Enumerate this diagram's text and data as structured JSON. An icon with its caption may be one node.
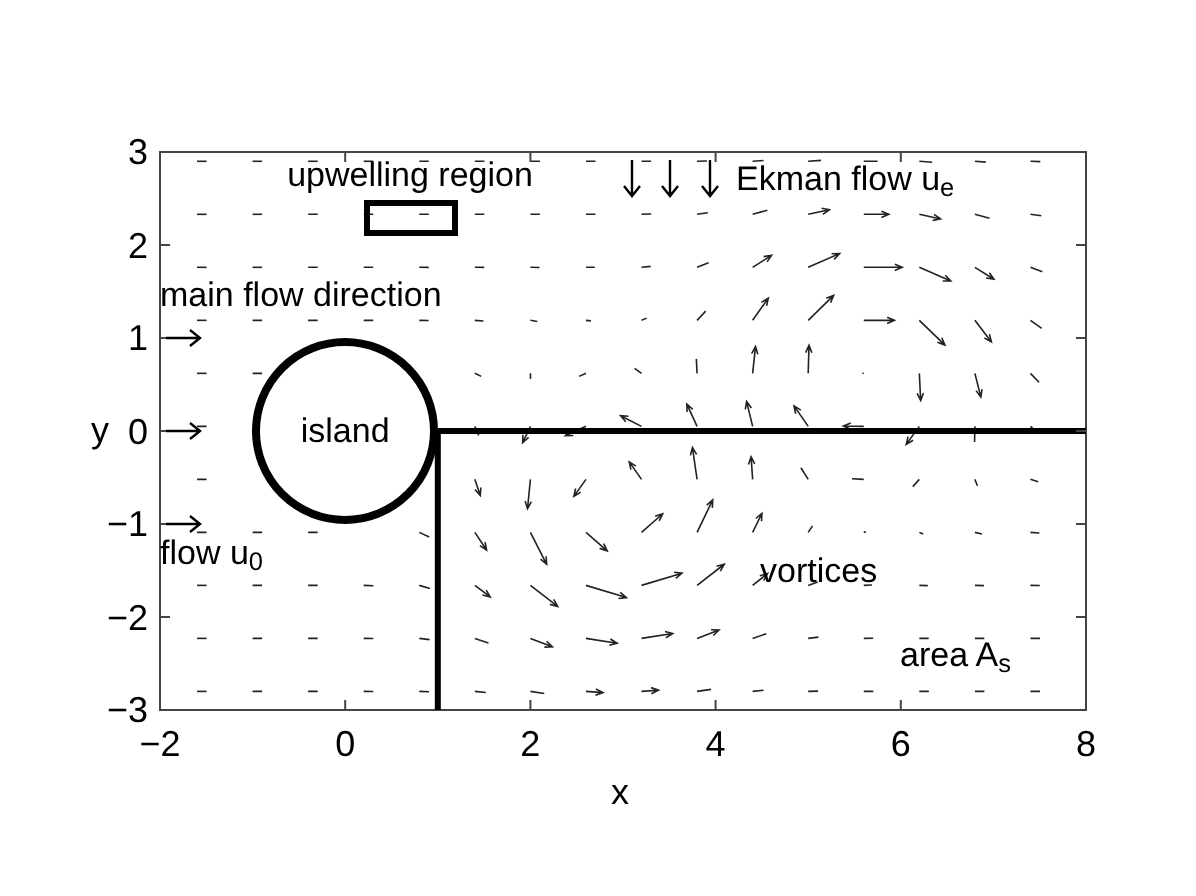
{
  "diagram": {
    "nodes": [
      {
        "text": [
          "island"
        ]
      },
      {
        "text": [
          "upwelling region"
        ]
      }
    ],
    "labels": [
      "Ekman flow u$_{e}$",
      "main flow direction",
      "flow u$_{0}$",
      "vortices",
      "area A$_{s}$",
      "3",
      "2",
      "1",
      "0",
      "−1",
      "−2",
      "−3",
      "−2",
      "0",
      "2",
      "4",
      "6",
      "8",
      "x",
      "y"
    ]
  }
}
